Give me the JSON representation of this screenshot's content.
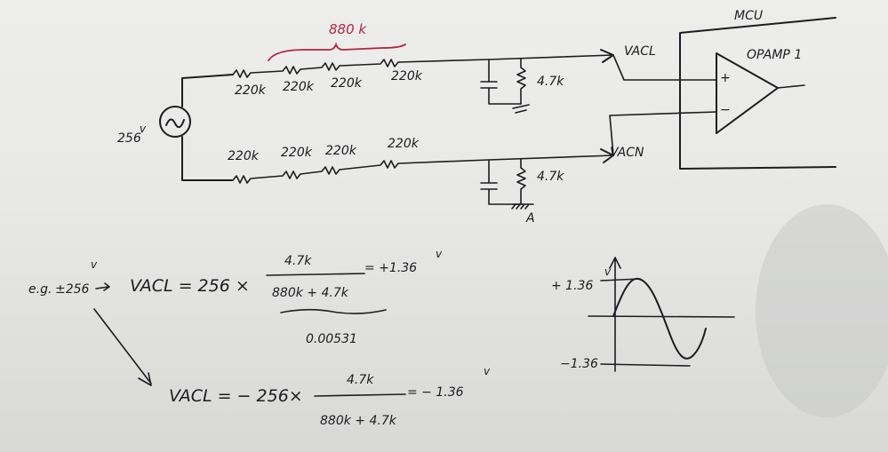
{
  "circuit": {
    "source_label": "256",
    "source_unit": "v",
    "top_resistors": [
      "220k",
      "220k",
      "220k",
      "220k"
    ],
    "bottom_resistors": [
      "220k",
      "220k",
      "220k",
      "220k"
    ],
    "top_group_label": "880 k",
    "shunt_top": "4.7k",
    "shunt_bottom": "4.7k",
    "node_a": "A",
    "vacl": "VACL",
    "vacn": "VACN",
    "mcu": "MCU",
    "opamp": "OPAMP 1",
    "plus": "+",
    "minus": "−"
  },
  "equations": {
    "eg_prefix": "e.g.",
    "eg_value": "±256",
    "eg_unit": "v",
    "eq1_lhs": "VACL = 256 ×",
    "eq1_num": "4.7k",
    "eq1_den": "880k + 4.7k",
    "eq1_result": "= +1.36",
    "eq1_result_unit": "v",
    "eq1_fraction": "0.00531",
    "eq2_lhs": "VACL = − 256×",
    "eq2_num": "4.7k",
    "eq2_den": "880k + 4.7k",
    "eq2_result": "= − 1.36",
    "eq2_result_unit": "v"
  },
  "waveform": {
    "pos_label": "+ 1.36",
    "pos_unit": "v",
    "neg_label": "−1.36"
  }
}
